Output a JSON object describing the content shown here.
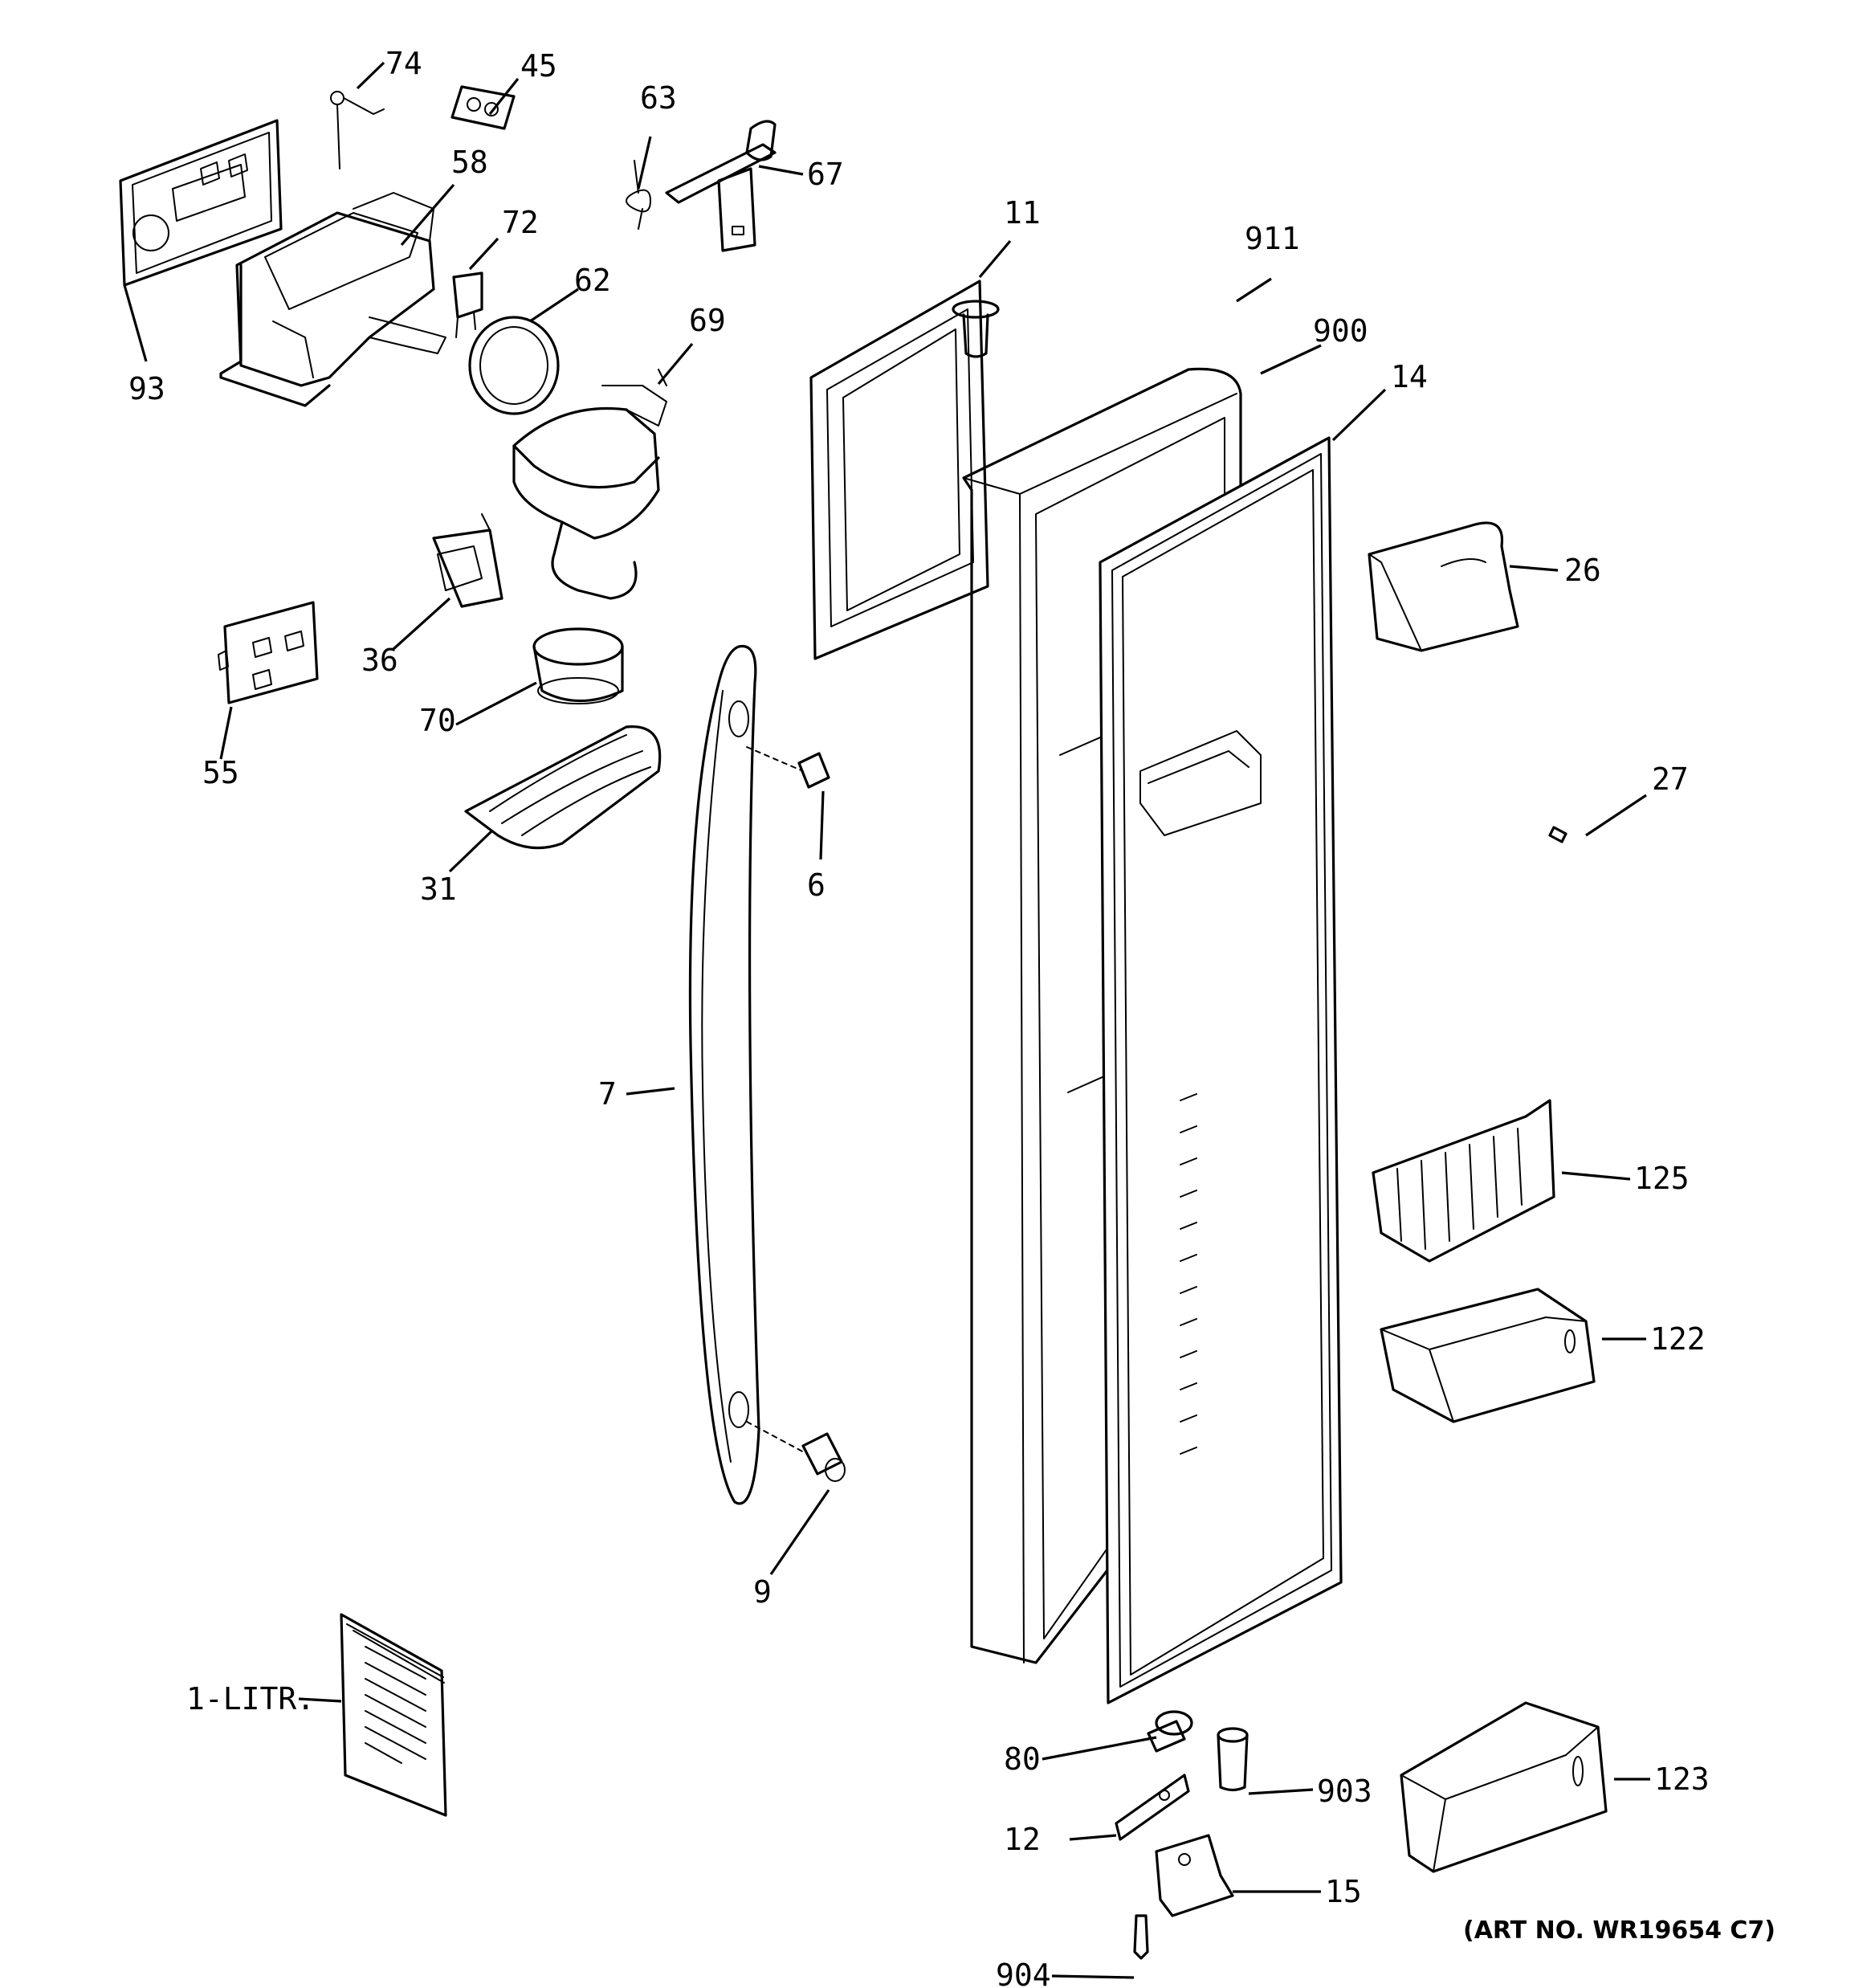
{
  "callouts": {
    "c74": "74",
    "c45": "45",
    "c63": "63",
    "c67": "67",
    "c58": "58",
    "c72": "72",
    "c62": "62",
    "c69": "69",
    "c93": "93",
    "c11": "11",
    "c911": "911",
    "c900": "900",
    "c14": "14",
    "c26": "26",
    "c36": "36",
    "c70": "70",
    "c55": "55",
    "c27": "27",
    "c6": "6",
    "c31": "31",
    "c7": "7",
    "c125": "125",
    "c122": "122",
    "c9": "9",
    "c1litr": "1-LITR.",
    "c80": "80",
    "c903": "903",
    "c12": "12",
    "c123": "123",
    "c15": "15",
    "c904": "904"
  },
  "art_number": "(ART NO. WR19654 C7)"
}
